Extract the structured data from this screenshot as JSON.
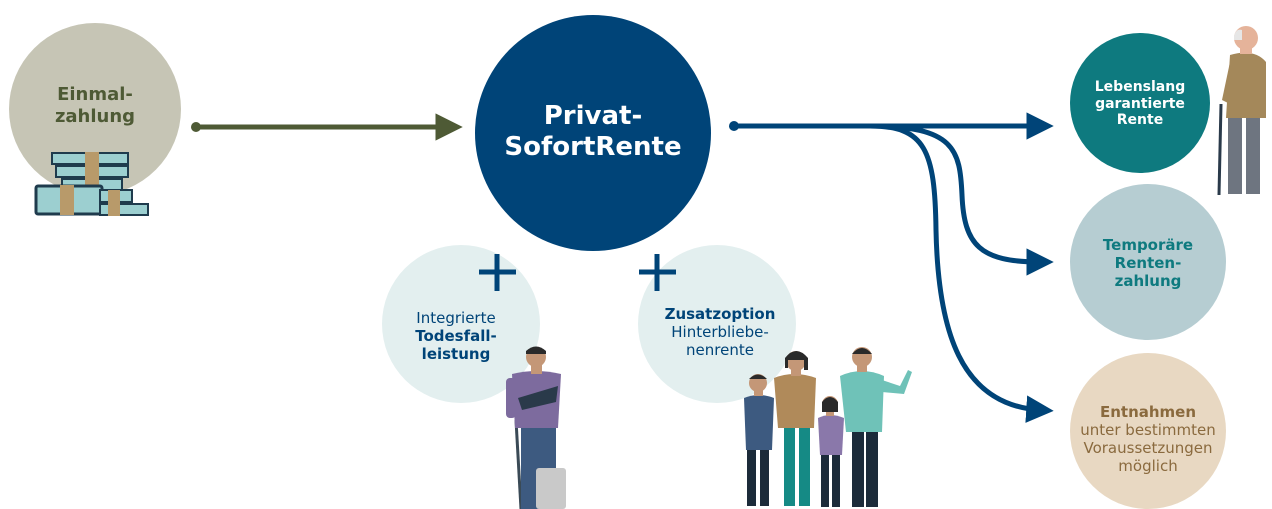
{
  "colors": {
    "navy": "#004478",
    "olive": "#4e5a35",
    "sage": "#c6c5b5",
    "teal": "#0e7a7f",
    "light_blue": "#b6cdd2",
    "beige": "#e8d8c2",
    "mint": "#e3efef"
  },
  "source": {
    "line1": "Einmal-",
    "line2": "zahlung",
    "icon": "money-stack-icon"
  },
  "center": {
    "line1": "Privat-",
    "line2": "SofortRente"
  },
  "addons": {
    "death_benefit": {
      "line1": "Integrierte",
      "line2": "Todesfall-",
      "line3": "leistung",
      "icon": "injured-man-icon"
    },
    "survivor_pension": {
      "line1": "Zusatzoption",
      "line2": "Hinterbliebe-",
      "line3": "nenrente",
      "icon": "family-icon"
    },
    "plus_icon": "plus-icon"
  },
  "outcomes": {
    "lifelong": {
      "line1": "Lebenslang",
      "line2": "garantierte",
      "line3": "Rente",
      "icon": "elderly-man-icon"
    },
    "temporary": {
      "line1": "Temporäre",
      "line2": "Renten-",
      "line3": "zahlung"
    },
    "withdrawals": {
      "line1": "Entnahmen",
      "line2": "unter bestimmten",
      "line3": "Voraussetzungen",
      "line4": "möglich"
    }
  }
}
